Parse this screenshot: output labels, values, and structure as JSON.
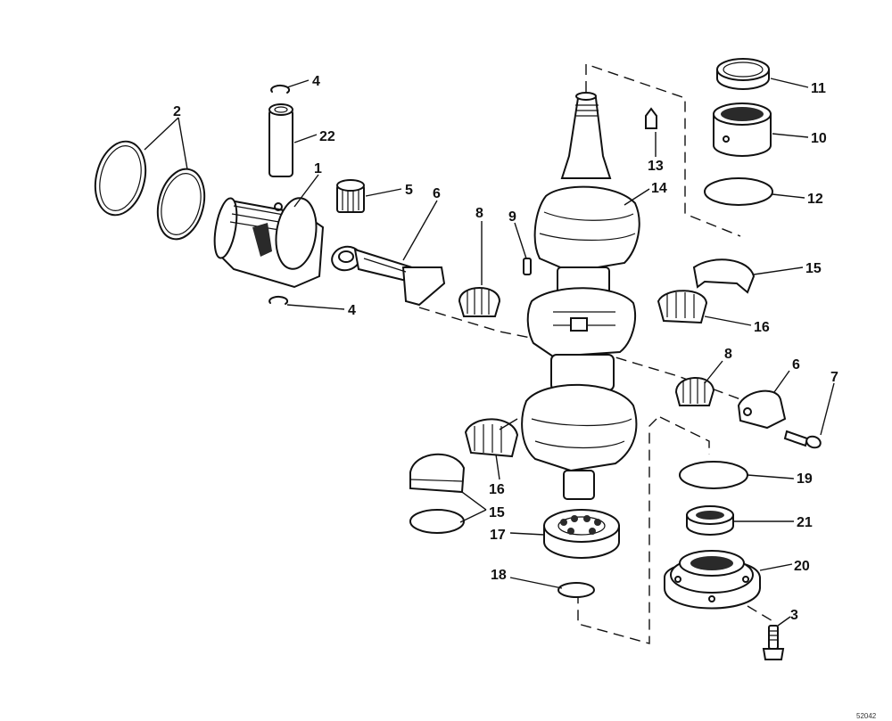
{
  "diagram": {
    "callouts": {
      "c1": "1",
      "c2": "2",
      "c3": "3",
      "c4a": "4",
      "c4b": "4",
      "c5": "5",
      "c6a": "6",
      "c6b": "6",
      "c7": "7",
      "c8a": "8",
      "c8b": "8",
      "c9": "9",
      "c10": "10",
      "c11": "11",
      "c12": "12",
      "c13": "13",
      "c14": "14",
      "c15a": "15",
      "c15b": "15",
      "c16a": "16",
      "c16b": "16",
      "c17": "17",
      "c18": "18",
      "c19": "19",
      "c20": "20",
      "c21": "21",
      "c22": "22"
    },
    "figure_number": "52042"
  }
}
